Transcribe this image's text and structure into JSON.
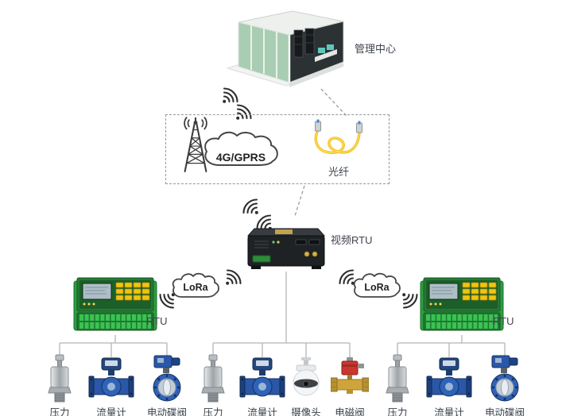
{
  "management_center": {
    "label": "管理中心"
  },
  "backhaul": {
    "network_label": "4G/GPRS",
    "fiber_label": "光纤"
  },
  "video_rtu": {
    "label": "视频RTU"
  },
  "lora": {
    "left_label": "LoRa",
    "right_label": "LoRa"
  },
  "rtu": {
    "left_label": "RTU",
    "right_label": "RTU"
  },
  "sensors": [
    {
      "label": "压力",
      "type": "pressure-transmitter",
      "group": "left-rtu"
    },
    {
      "label": "流量计",
      "type": "flow-meter",
      "group": "left-rtu"
    },
    {
      "label": "电动碟阀",
      "type": "electric-butterfly-valve",
      "group": "left-rtu"
    },
    {
      "label": "压力",
      "type": "pressure-transmitter",
      "group": "video-rtu"
    },
    {
      "label": "流量计",
      "type": "flow-meter",
      "group": "video-rtu"
    },
    {
      "label": "摄像头",
      "type": "dome-camera",
      "group": "video-rtu"
    },
    {
      "label": "电磁阀",
      "type": "solenoid-valve",
      "group": "video-rtu"
    },
    {
      "label": "压力",
      "type": "pressure-transmitter",
      "group": "right-rtu"
    },
    {
      "label": "流量计",
      "type": "flow-meter",
      "group": "right-rtu"
    },
    {
      "label": "电动碟阀",
      "type": "electric-butterfly-valve",
      "group": "right-rtu"
    }
  ],
  "colors": {
    "rtu_green": "#2e9e41",
    "keypad_yellow": "#f2c40f",
    "fiber_yellow": "#f3c119",
    "device_black": "#1f2225",
    "meter_blue": "#2a57a8",
    "solenoid_red": "#c8372f",
    "brass": "#cfa53b",
    "connector_gray": "#b5b5b5",
    "text": "#39414b"
  }
}
